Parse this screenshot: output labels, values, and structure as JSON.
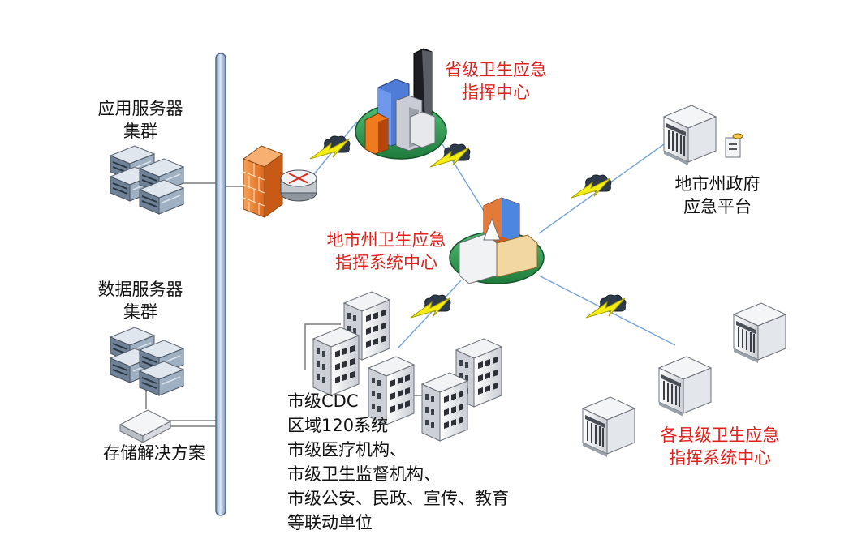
{
  "colors": {
    "accent_red": "#e0201c",
    "text": "#111111",
    "bus": "#a9bfdc",
    "lightning": "#f5ee12",
    "cloud": "#2d3a49",
    "ellipse_green": "#2f9a52",
    "firewall": "#f08a30"
  },
  "labels": {
    "app_cluster": [
      "应用服务器",
      "集群"
    ],
    "data_cluster": [
      "数据服务器",
      "集群"
    ],
    "storage": "存储解决方案",
    "provincial_center": [
      "省级卫生应急",
      "指挥中心"
    ],
    "city_center": [
      "地市州卫生应急",
      "指挥系统中心"
    ],
    "gov_platform": [
      "地市州政府",
      "应急平台"
    ],
    "county_center": [
      "各县级卫生应急",
      "指挥系统中心"
    ],
    "linked_units": [
      "市级CDC",
      "区域120系统",
      "市级医疗机构、",
      "市级卫生监督机构、",
      "市级公安、民政、宣传、教育",
      "等联动单位"
    ]
  },
  "icons": {
    "firewall": "firewall-icon",
    "router": "router-icon",
    "server": "server-rack-icon",
    "storage": "storage-device-icon",
    "office": "office-building-icon",
    "government": "government-building-icon",
    "wan": "wan-cloud-lightning-icon",
    "cityscape": "cityscape-icon"
  }
}
